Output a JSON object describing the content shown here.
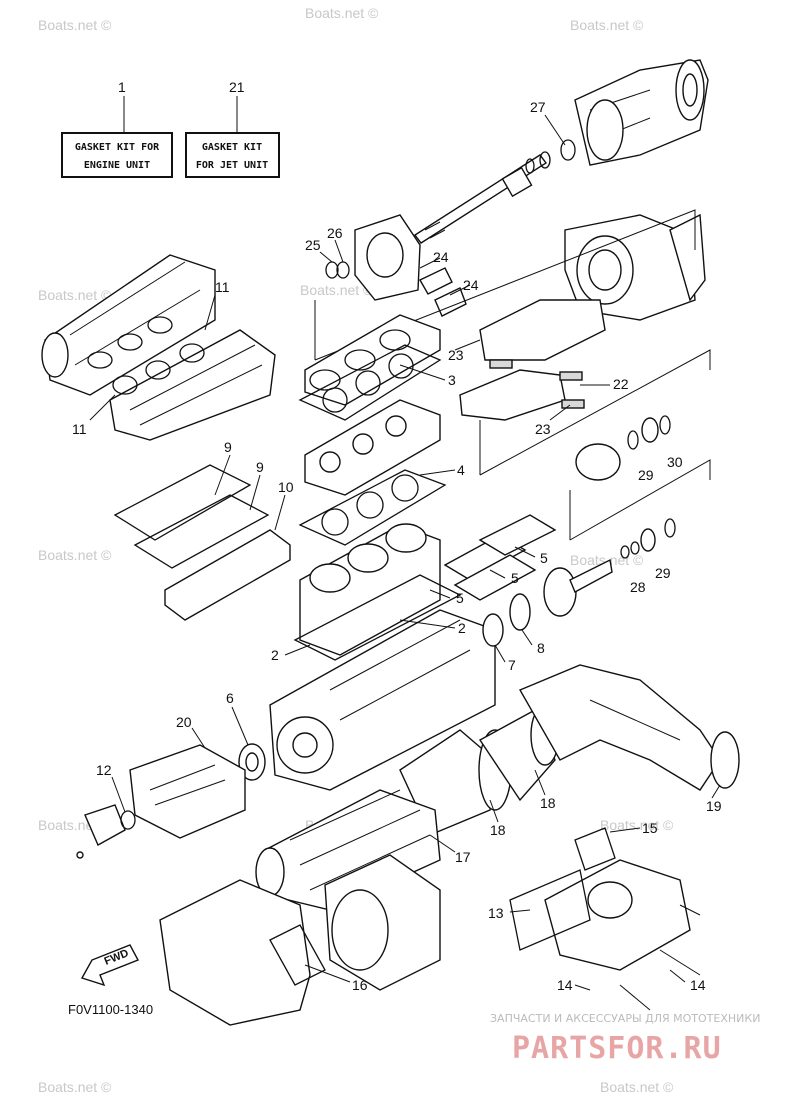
{
  "kits": [
    {
      "number": "1",
      "line1": "GASKET KIT FOR",
      "line2": "ENGINE UNIT"
    },
    {
      "number": "21",
      "line1": "GASKET KIT",
      "line2": "FOR JET UNIT"
    }
  ],
  "callouts": [
    "27",
    "26",
    "25",
    "24",
    "24",
    "11",
    "11",
    "3",
    "23",
    "22",
    "23",
    "4",
    "9",
    "9",
    "10",
    "29",
    "30",
    "5",
    "5",
    "5",
    "28",
    "29",
    "2",
    "2",
    "8",
    "7",
    "6",
    "20",
    "12",
    "18",
    "18",
    "19",
    "17",
    "15",
    "13",
    "16",
    "14",
    "14"
  ],
  "diagram_code": "F0V1100-1340",
  "fwd_label": "FWD",
  "watermark": "Boats.net ©",
  "brand": {
    "subtitle": "ЗАПЧАСТИ И АКСЕССУАРЫ ДЛЯ МОТОТЕХНИКИ",
    "name": "PARTSFOR.RU"
  }
}
